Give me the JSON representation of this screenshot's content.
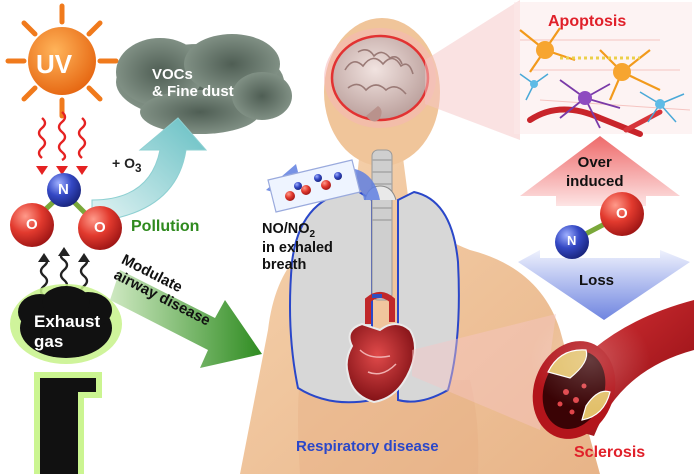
{
  "labels": {
    "uv": "UV",
    "vocs_line1": "VOCs",
    "vocs_line2": "& Fine dust",
    "ozone_prefix": "+ O",
    "ozone_sub": "3",
    "pollution": "Pollution",
    "exhaust_line1": "Exhaust",
    "exhaust_line2": "gas",
    "modulate_line1": "Modulate",
    "modulate_line2": "airway disease",
    "exhaled_prefix": "NO/NO",
    "exhaled_sub": "2",
    "exhaled_line2": "in exhaled",
    "exhaled_line3": "breath",
    "apoptosis": "Apoptosis",
    "over_line1": "Over",
    "over_line2": "induced",
    "loss": "Loss",
    "respiratory": "Respiratory disease",
    "sclerosis": "Sclerosis"
  },
  "molecule_no2": {
    "n": "N",
    "o_left": "O",
    "o_right": "O"
  },
  "molecule_no": {
    "n": "N",
    "o": "O"
  },
  "colors": {
    "sun": "#f07a1c",
    "smog": "#6f7f73",
    "ozone_arrow": "#7fc7c9",
    "nitrogen": "#2a3fb8",
    "oxygen": "#d8262b",
    "green_arrow": "#3b9a2a",
    "red_arrow": "#f39a9a",
    "blue_arrow": "#8ea0e6",
    "body": "#f1c69c",
    "vessel": "#c0161c"
  }
}
